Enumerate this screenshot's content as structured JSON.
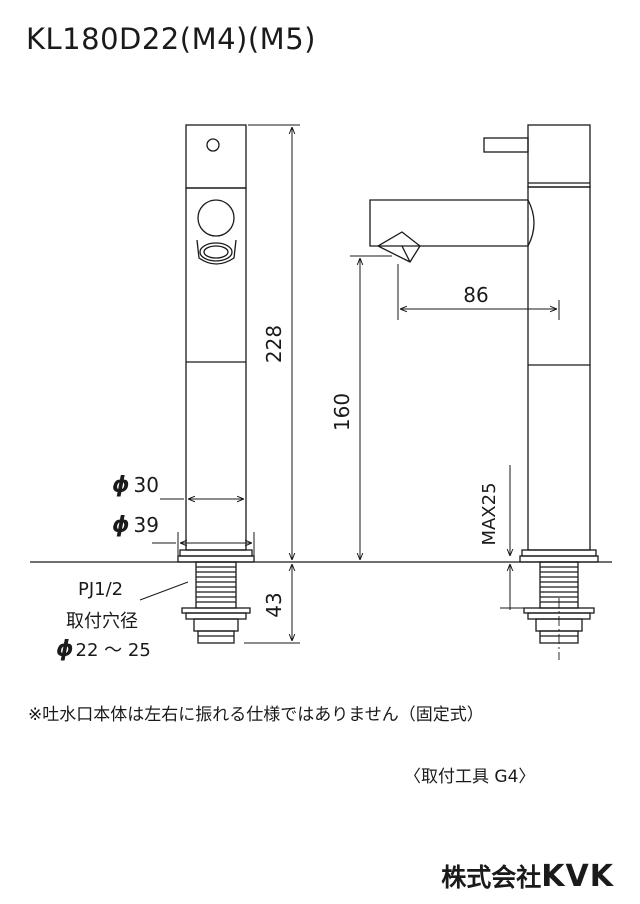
{
  "title": "KL180D22(M4)(M5)",
  "dimensions": {
    "total_height": "228",
    "spout_height": "160",
    "spout_reach": "86",
    "max_thickness": "MAX25",
    "below_counter": "43",
    "body_diameter": "30",
    "base_diameter": "39",
    "phi_symbol": "ϕ"
  },
  "labels": {
    "thread": "PJ1/2",
    "hole_label": "取付穴径",
    "hole_range": "22 ～ 25"
  },
  "notes": {
    "fixed_spout": "※吐水口本体は左右に振れる仕様ではありません（固定式）",
    "tool": "〈取付工具 G4〉"
  },
  "company": {
    "name": "株式会社",
    "brand": "KVK"
  }
}
